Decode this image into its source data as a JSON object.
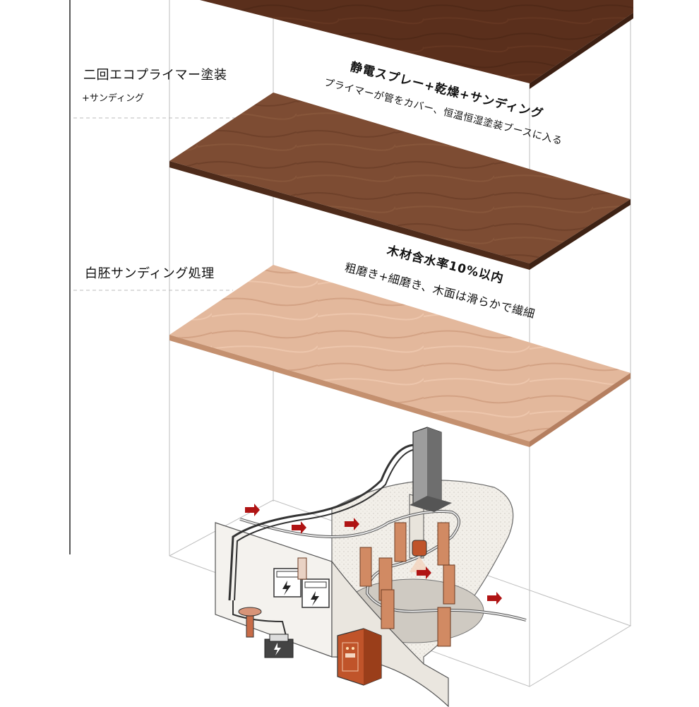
{
  "labels": {
    "primer_title": "二回エコプライマー塗装",
    "primer_sub": "+サンディング",
    "sanding_title": "白胚サンディング処理",
    "top_head": "静電スプレー+乾燥+サンディング",
    "top_sub": "プライマーが管をカバー、恒温恒湿塗装ブースに入る",
    "bottom_head": "木材含水率10%以内",
    "bottom_sub": "粗磨き+細磨き、木面は滑らかで繊細"
  },
  "colors": {
    "board_dark": "#5a2f1c",
    "board_mid": "#7a4a32",
    "board_light": "#e2b79c",
    "arrow_red": "#b01414",
    "cabinet_orange": "#c0542a",
    "frame_line": "#b9b9b9"
  },
  "icons": {
    "power": "lightning-bolt-icon"
  }
}
